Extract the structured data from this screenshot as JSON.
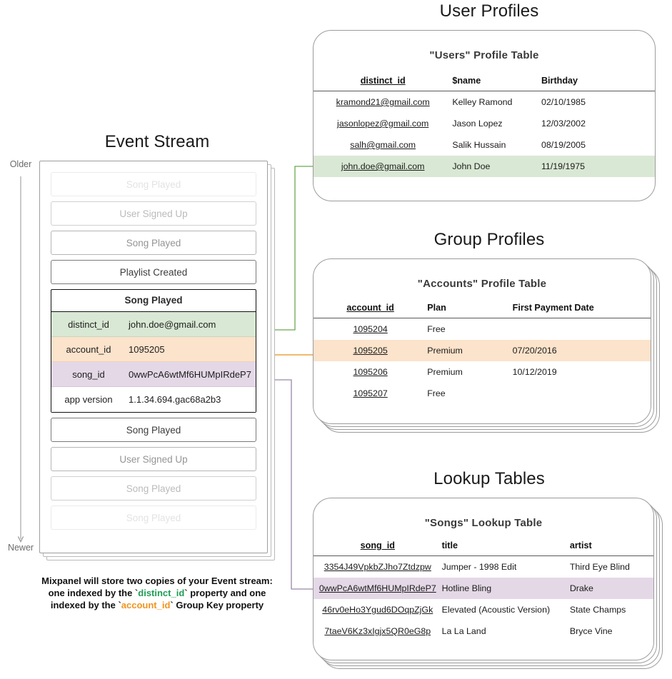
{
  "sections": {
    "event_stream_title": "Event Stream",
    "user_profiles_title": "User Profiles",
    "group_profiles_title": "Group Profiles",
    "lookup_tables_title": "Lookup Tables"
  },
  "timeline": {
    "older_label": "Older",
    "newer_label": "Newer"
  },
  "event_stream": {
    "events_before": [
      {
        "label": "Song Played",
        "fade": "ev-fade-1"
      },
      {
        "label": "User Signed Up",
        "fade": "ev-fade-2"
      },
      {
        "label": "Song Played",
        "fade": "ev-fade-3"
      },
      {
        "label": "Playlist Created",
        "fade": "ev-fade-5"
      }
    ],
    "selected_event": {
      "name": "Song Played",
      "properties": [
        {
          "key": "distinct_id",
          "value": "john.doe@gmail.com",
          "highlight": "row-green"
        },
        {
          "key": "account_id",
          "value": "1095205",
          "highlight": "row-orange"
        },
        {
          "key": "song_id",
          "value": "0wwPcA6wtMf6HUMpIRdeP7",
          "highlight": "row-purple"
        },
        {
          "key": "app version",
          "value": "1.1.34.694.gac68a2b3",
          "highlight": "row-plain"
        }
      ]
    },
    "events_after": [
      {
        "label": "Song Played",
        "fade": "ev-fade-5"
      },
      {
        "label": "User Signed Up",
        "fade": "ev-fade-3"
      },
      {
        "label": "Song Played",
        "fade": "ev-fade-2"
      },
      {
        "label": "Song Played",
        "fade": "ev-fade-1"
      }
    ]
  },
  "caption": {
    "line1_pre": "Mixpanel will store two copies of your Event stream:",
    "line2_pre": "one indexed by the `",
    "line2_token": "distinct_id",
    "line2_post": "` property and one",
    "line3_pre": "indexed by the `",
    "line3_token": "account_id",
    "line3_post": "` Group Key property"
  },
  "users_table": {
    "title": "\"Users\" Profile Table",
    "columns": [
      "distinct_id",
      "$name",
      "Birthday"
    ],
    "rows": [
      {
        "distinct_id": "kramond21@gmail.com",
        "name": "Kelley Ramond",
        "birthday": "02/10/1985",
        "highlight": ""
      },
      {
        "distinct_id": "jasonlopez@gmail.com",
        "name": "Jason Lopez",
        "birthday": "12/03/2002",
        "highlight": ""
      },
      {
        "distinct_id": "salh@gmail.com",
        "name": "Salik Hussain",
        "birthday": "08/19/2005",
        "highlight": ""
      },
      {
        "distinct_id": "john.doe@gmail.com",
        "name": "John Doe",
        "birthday": "11/19/1975",
        "highlight": "hl-green"
      }
    ]
  },
  "accounts_table": {
    "title": "\"Accounts\" Profile Table",
    "columns": [
      "account_id",
      "Plan",
      "First Payment Date"
    ],
    "rows": [
      {
        "account_id": "1095204",
        "plan": "Free",
        "first_payment_date": "",
        "highlight": ""
      },
      {
        "account_id": "1095205",
        "plan": "Premium",
        "first_payment_date": "07/20/2016",
        "highlight": "hl-orange"
      },
      {
        "account_id": "1095206",
        "plan": "Premium",
        "first_payment_date": "10/12/2019",
        "highlight": ""
      },
      {
        "account_id": "1095207",
        "plan": "Free",
        "first_payment_date": "",
        "highlight": ""
      }
    ]
  },
  "songs_table": {
    "title": "\"Songs\" Lookup Table",
    "columns": [
      "song_id",
      "title",
      "artist"
    ],
    "rows": [
      {
        "song_id": "3354J49VpkbZJho7Ztdzpw",
        "title": "Jumper - 1998 Edit",
        "artist": "Third Eye Blind",
        "highlight": ""
      },
      {
        "song_id": "0wwPcA6wtMf6HUMpIRdeP7",
        "title": "Hotline Bling",
        "artist": "Drake",
        "highlight": "hl-purple"
      },
      {
        "song_id": "46rv0eHo3Ygud6DOqpZjGk",
        "title": "Elevated (Acoustic Version)",
        "artist": "State Champs",
        "highlight": ""
      },
      {
        "song_id": "7taeV6Kz3xIgjx5QR0eG8p",
        "title": "La La Land",
        "artist": "Bryce Vine",
        "highlight": ""
      }
    ]
  },
  "colors": {
    "green": "#6aa84f",
    "orange": "#e8a33d",
    "purple": "#9b86a8",
    "green_fill": "#d9e8d4",
    "orange_fill": "#fce3cb",
    "purple_fill": "#e4d8e7"
  }
}
